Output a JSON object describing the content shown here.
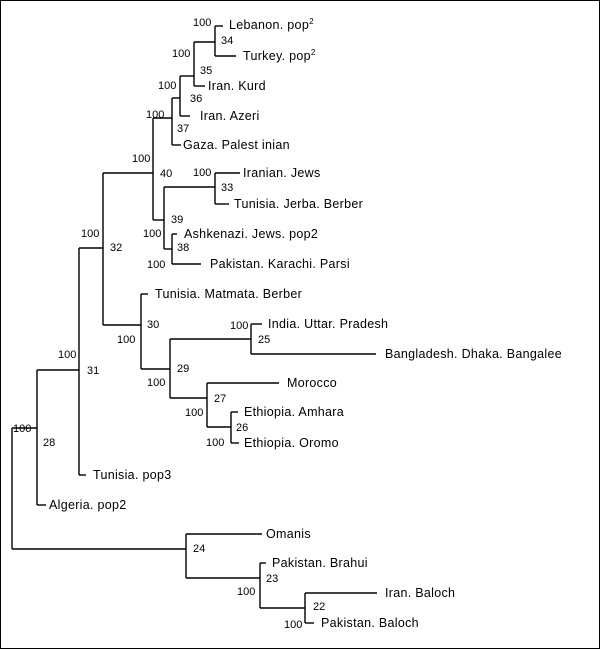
{
  "tree": {
    "leaves": {
      "lebanon": "Lebanon. pop",
      "lebanon_sup": "2",
      "turkey": "Turkey. pop",
      "turkey_sup": "2",
      "iran_kurd": "Iran. Kurd",
      "iran_azeri": "Iran. Azeri",
      "gaza": "Gaza. Palest inian",
      "iranian_jews": "Iranian. Jews",
      "tunisia_jerba": "Tunisia. Jerba. Berber",
      "ashkenazi": "Ashkenazi. Jews. pop2",
      "parsi": "Pakistan. Karachi. Parsi",
      "matmata": "Tunisia. Matmata. Berber",
      "india": "India. Uttar. Pradesh",
      "bangladesh": "Bangladesh. Dhaka. Bangalee",
      "morocco": "Morocco",
      "amhara": "Ethiopia. Amhara",
      "oromo": "Ethiopia. Oromo",
      "tunisia_pop3": "Tunisia. pop3",
      "algeria": "Algeria. pop2",
      "omanis": "Omanis",
      "brahui": "Pakistan. Brahui",
      "iran_baloch": "Iran. Baloch",
      "pakistan_baloch": "Pakistan. Baloch"
    },
    "nodes": {
      "n34": "34",
      "n35": "35",
      "n36": "36",
      "n37": "37",
      "n40": "40",
      "n33": "33",
      "n39": "39",
      "n38": "38",
      "n32": "32",
      "n30": "30",
      "n25": "25",
      "n29": "29",
      "n27": "27",
      "n26": "26",
      "n31": "31",
      "n28": "28",
      "n24": "24",
      "n23": "23",
      "n22": "22"
    },
    "bootstrap": {
      "b34": "100",
      "b35": "100",
      "b36": "100",
      "b37": "100",
      "b40": "100",
      "b33": "100",
      "b39": "100",
      "b38": "100",
      "b32": "100",
      "b30": "100",
      "b25": "100",
      "b29": "100",
      "b27": "100",
      "b26": "100",
      "b31": "100",
      "b28": "100",
      "b23": "100",
      "b22": "100"
    }
  }
}
